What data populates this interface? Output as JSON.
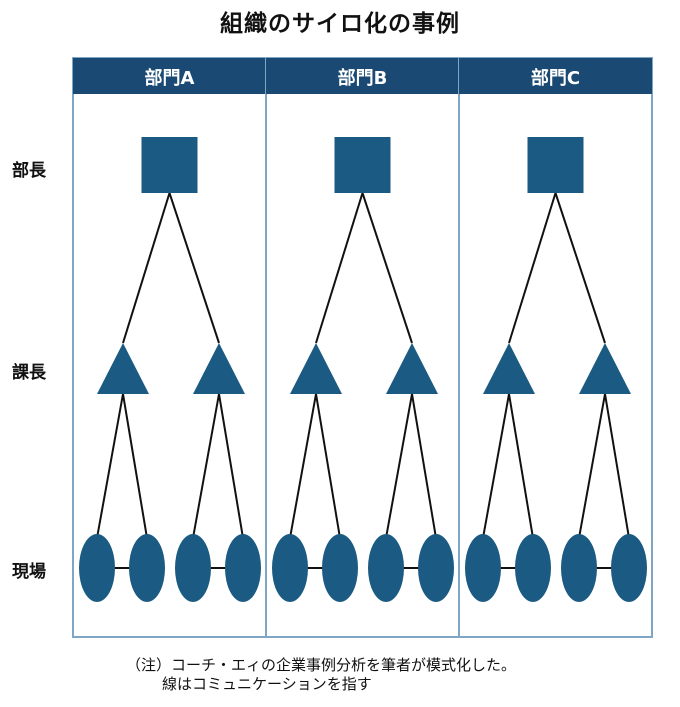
{
  "title": "組織のサイロ化の事例",
  "departments": [
    {
      "name": "部門A"
    },
    {
      "name": "部門B"
    },
    {
      "name": "部門C"
    }
  ],
  "roles": {
    "top": "部長",
    "middle": "課長",
    "bottom": "現場"
  },
  "note": {
    "line1": "（注）コーチ・エィの企業事例分析を筆者が模式化した。",
    "line2": "線はコミュニケーションを指す"
  },
  "colors": {
    "header_bg": "#1a4a73",
    "header_text": "#ffffff",
    "shape_fill": "#1b5a82",
    "panel_border": "#7fa6c4",
    "line": "#111111"
  }
}
